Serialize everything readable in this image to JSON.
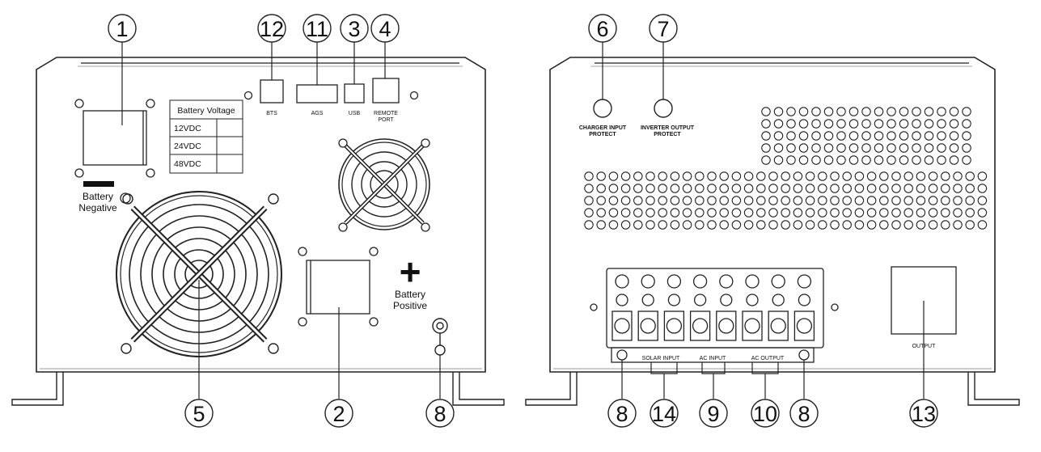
{
  "battery_voltage_table": {
    "header": "Battery Voltage",
    "rows": [
      "12VDC",
      "24VDC",
      "48VDC"
    ]
  },
  "ports": {
    "bts": "BTS",
    "ags": "AGS",
    "usb": "USB",
    "remote_line1": "REMOTE",
    "remote_line2": "PORT"
  },
  "battery_negative": {
    "line1": "Battery",
    "line2": "Negative"
  },
  "battery_positive": {
    "symbol": "+",
    "line1": "Battery",
    "line2": "Positive"
  },
  "breakers": {
    "charger_line1": "CHARGER INPUT",
    "charger_line2": "PROTECT",
    "inverter_line1": "INVERTER OUTPUT",
    "inverter_line2": "PROTECT"
  },
  "terminal_block": {
    "solar_input": "SOLAR INPUT",
    "ac_input": "AC INPUT",
    "ac_output": "AC OUTPUT"
  },
  "output_label": "OUTPUT",
  "callouts": [
    "1",
    "12",
    "11",
    "3",
    "4",
    "5",
    "2",
    "8",
    "6",
    "7",
    "8",
    "14",
    "9",
    "10",
    "8",
    "13"
  ]
}
